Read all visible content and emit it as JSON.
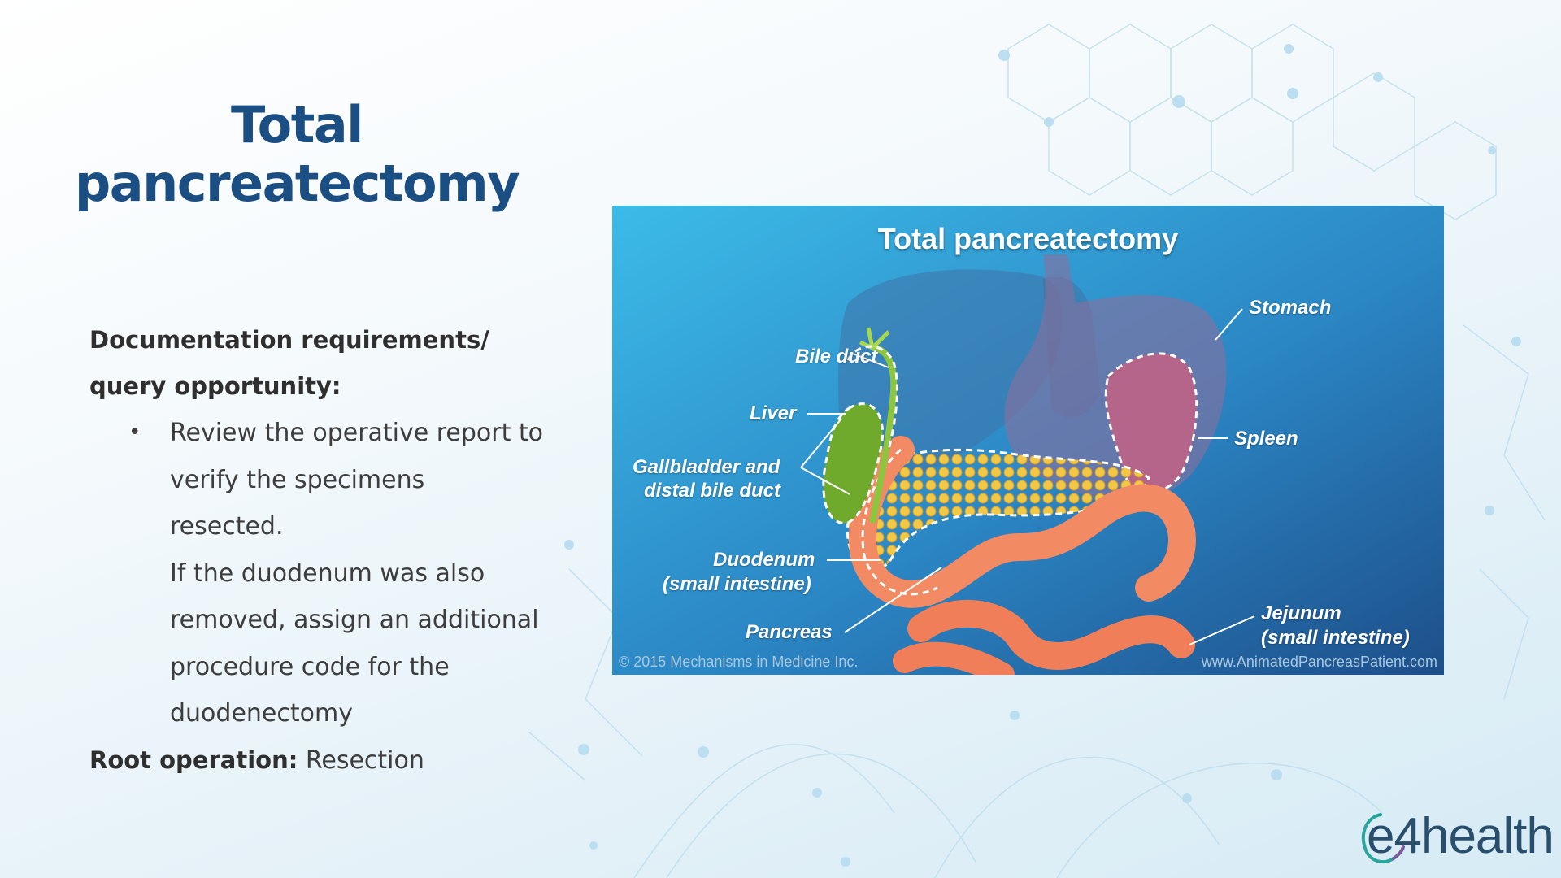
{
  "slide": {
    "title_line1": "Total",
    "title_line2": "pancreatectomy"
  },
  "content": {
    "heading_line1": "Documentation requirements/",
    "heading_line2": "query opportunity:",
    "bullet_lines": [
      "Review the operative report to",
      "verify the specimens resected.",
      "If the duodenum was also",
      "removed, assign an additional",
      "procedure code for the",
      "duodenectomy"
    ],
    "root_label": "Root operation:",
    "root_value": " Resection"
  },
  "figure": {
    "title": "Total pancreatectomy",
    "labels": {
      "stomach": "Stomach",
      "bile_duct": "Bile duct",
      "liver": "Liver",
      "spleen": "Spleen",
      "gallbladder_1": "Gallbladder and",
      "gallbladder_2": "distal bile duct",
      "duodenum_1": "Duodenum",
      "duodenum_2": "(small intestine)",
      "pancreas": "Pancreas",
      "jejunum_1": "Jejunum",
      "jejunum_2": "(small intestine)"
    },
    "credit_left": "© 2015 Mechanisms in Medicine Inc.",
    "credit_right": "www.AnimatedPancreasPatient.com"
  },
  "logo": {
    "text": "e4health"
  },
  "colors": {
    "title": "#1b4f84",
    "figure_bg_top": "#39b6e4",
    "figure_bg_bottom": "#1f5b96"
  }
}
